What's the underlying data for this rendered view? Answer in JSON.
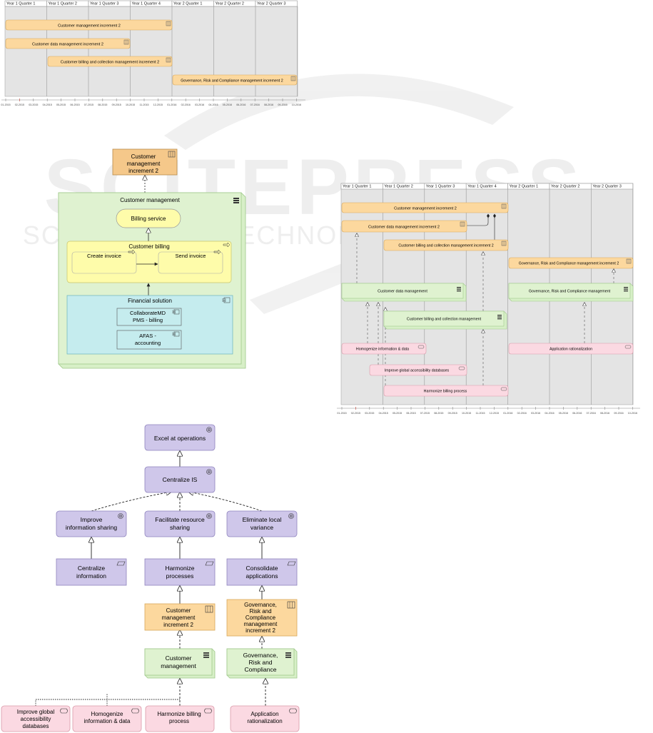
{
  "watermark": {
    "title": "SCITEPRESS",
    "subtitle": "SCIENCE AND TECHNOLOGY PUBLICATIONS"
  },
  "colors": {
    "work_package": "#fcd89e",
    "work_package_stroke": "#d8a85a",
    "node": "#dff2d0",
    "node_stroke": "#9fc88a",
    "work_package_pink": "#fbd9e2",
    "pink_stroke": "#d99aa9",
    "goal": "#cfc7ea",
    "goal_stroke": "#8e83bd",
    "process": "#fefcaa",
    "process_stroke": "#c8c46a",
    "application": "#c5ecee",
    "application_stroke": "#6ab4bd",
    "timeline_bg": "#e2e2e2"
  },
  "roadmap1": {
    "quarters": [
      "Year 1 Quarter 1",
      "Year 1 Quarter 2",
      "Year 1 Quarter 3",
      "Year 1 Quarter 4",
      "Year 2 Quarter 1",
      "Year 2 Quarter 2",
      "Year 2 Quarter 3"
    ],
    "bars": [
      {
        "label": "Customer management increment 2"
      },
      {
        "label": "Customer data management increment 2"
      },
      {
        "label": "Customer billing and collection management increment 2"
      },
      {
        "label": "Governance, Risk and Compliance management increment 2"
      }
    ],
    "axis_dates": [
      "01-2015",
      "02-2015",
      "03-2015",
      "04-2015",
      "05-2015",
      "06-2015",
      "07-2015",
      "08-2015",
      "09-2015",
      "10-2015",
      "11-2015",
      "12-2015",
      "01-2016",
      "02-2016",
      "03-2016",
      "04-2016",
      "05-2016",
      "06-2016",
      "07-2016",
      "08-2016",
      "09-2016",
      "10-2016"
    ]
  },
  "roadmap2": {
    "quarters": [
      "Year 1 Quarter 1",
      "Year 1 Quarter 2",
      "Year 1 Quarter 3",
      "Year 1 Quarter 4",
      "Year 2 Quarter 1",
      "Year 2 Quarter 2",
      "Year 2 Quarter 3"
    ],
    "increments": [
      {
        "label": "Customer management increment 2"
      },
      {
        "label": "Customer data management increment 2"
      },
      {
        "label": "Customer billing and collection management increment 2"
      },
      {
        "label": "Governance, Risk and Compliance management increment 2"
      }
    ],
    "nodes": [
      {
        "label": "Customer data management"
      },
      {
        "label": "Governance, Risk and Compliance management"
      },
      {
        "label": "Customer billing and collection management"
      }
    ],
    "work_packages": [
      {
        "label": "Homogenize information & data"
      },
      {
        "label": "Application rationalization"
      },
      {
        "label": "Improve global accessibility databases"
      },
      {
        "label": "Harmonize billing process"
      }
    ],
    "axis_dates": [
      "01-2015",
      "02-2015",
      "03-2015",
      "04-2015",
      "05-2015",
      "06-2015",
      "07-2015",
      "08-2015",
      "09-2015",
      "10-2015",
      "11-2015",
      "12-2015",
      "01-2016",
      "02-2016",
      "03-2016",
      "04-2016",
      "05-2016",
      "06-2016",
      "07-2016",
      "08-2016",
      "09-2016",
      "10-2016"
    ]
  },
  "architecture": {
    "increment_line1": "Customer",
    "increment_line2": "management",
    "increment_line3": "increment 2",
    "node": "Customer management",
    "service": "Billing service",
    "process": "Customer billing",
    "create": "Create invoice",
    "send": "Send invoice",
    "app_group": "Financial solution",
    "app1_line1": "CollaborateMD",
    "app1_line2": "PMS - billing",
    "app2_line1": "AFAS -",
    "app2_line2": "accounting"
  },
  "goals": {
    "excel": "Excel at operations",
    "centralize_is": "Centralize IS",
    "improve_1": "Improve",
    "improve_2": "information sharing",
    "facilitate_1": "Facilitate resource",
    "facilitate_2": "sharing",
    "eliminate_1": "Eliminate local",
    "eliminate_2": "variance",
    "centralize_info_1": "Centralize",
    "centralize_info_2": "information",
    "harmonize_1": "Harmonize",
    "harmonize_2": "processes",
    "consolidate_1": "Consolidate",
    "consolidate_2": "applications",
    "cmi_1": "Customer",
    "cmi_2": "management",
    "cmi_3": "increment 2",
    "grc_1": "Governance,",
    "grc_2": "Risk and",
    "grc_3": "Compliance",
    "grc_4": "management",
    "grc_5": "increment 2",
    "cm_1": "Customer",
    "cm_2": "management",
    "grcn_1": "Governance,",
    "grcn_2": "Risk and",
    "grcn_3": "Compliance",
    "igad_1": "Improve global",
    "igad_2": "accessibility",
    "igad_3": "databases",
    "hid_1": "Homogenize",
    "hid_2": "information & data",
    "hbp_1": "Harmonize billing",
    "hbp_2": "process",
    "ar_1": "Application",
    "ar_2": "rationalization"
  }
}
